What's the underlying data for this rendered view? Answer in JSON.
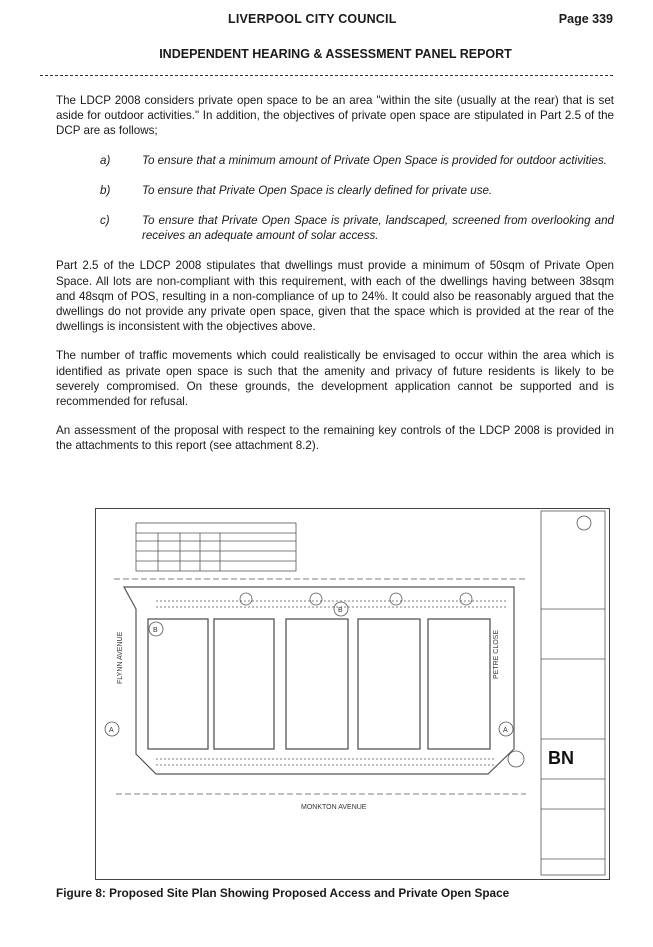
{
  "header": {
    "council": "LIVERPOOL CITY COUNCIL",
    "page": "Page 339",
    "report_title": "INDEPENDENT HEARING & ASSESSMENT PANEL REPORT"
  },
  "body": {
    "p1": "The LDCP 2008 considers private open space to be an area \"within the site (usually at the rear) that is set aside for outdoor activities.\" In addition, the objectives of private open space are stipulated in Part 2.5 of the DCP are as follows;",
    "objectives": [
      {
        "key": "a)",
        "text": "To ensure that a minimum amount of Private Open Space is provided for outdoor activities."
      },
      {
        "key": "b)",
        "text": "To ensure that Private Open Space is clearly defined for private use."
      },
      {
        "key": "c)",
        "text": "To ensure that Private Open Space is private, landscaped, screened from overlooking and receives an adequate amount of solar access."
      }
    ],
    "p2": "Part 2.5 of the LDCP 2008 stipulates that dwellings must provide a minimum of 50sqm of Private Open Space. All lots are non-compliant with this requirement, with each of the dwellings having between 38sqm and 48sqm of POS, resulting in a non-compliance of up to 24%. It could also be reasonably argued that the dwellings do not provide any private open space, given that the space which is provided at the rear of the dwellings is inconsistent with the objectives above.",
    "p3": "The number of traffic movements which could realistically be envisaged to occur within the area which is identified as private open space is such that the amenity and privacy of future residents is likely to be severely compromised. On these grounds, the development application cannot be supported and is recommended for refusal.",
    "p4": "An assessment of the proposal with respect to the remaining key controls of the LDCP 2008 is provided in the attachments to this report (see attachment 8.2)."
  },
  "figure": {
    "street_left": "FLYNN AVENUE",
    "street_right": "PETRE CLOSE",
    "street_bottom": "MONKTON AVENUE",
    "marker_a": "A",
    "marker_b": "B",
    "logo": "BN",
    "caption": "Figure 8: Proposed Site Plan Showing Proposed Access and Private Open Space"
  },
  "colors": {
    "text": "#1a1a1a",
    "drawing_line": "#555555"
  }
}
